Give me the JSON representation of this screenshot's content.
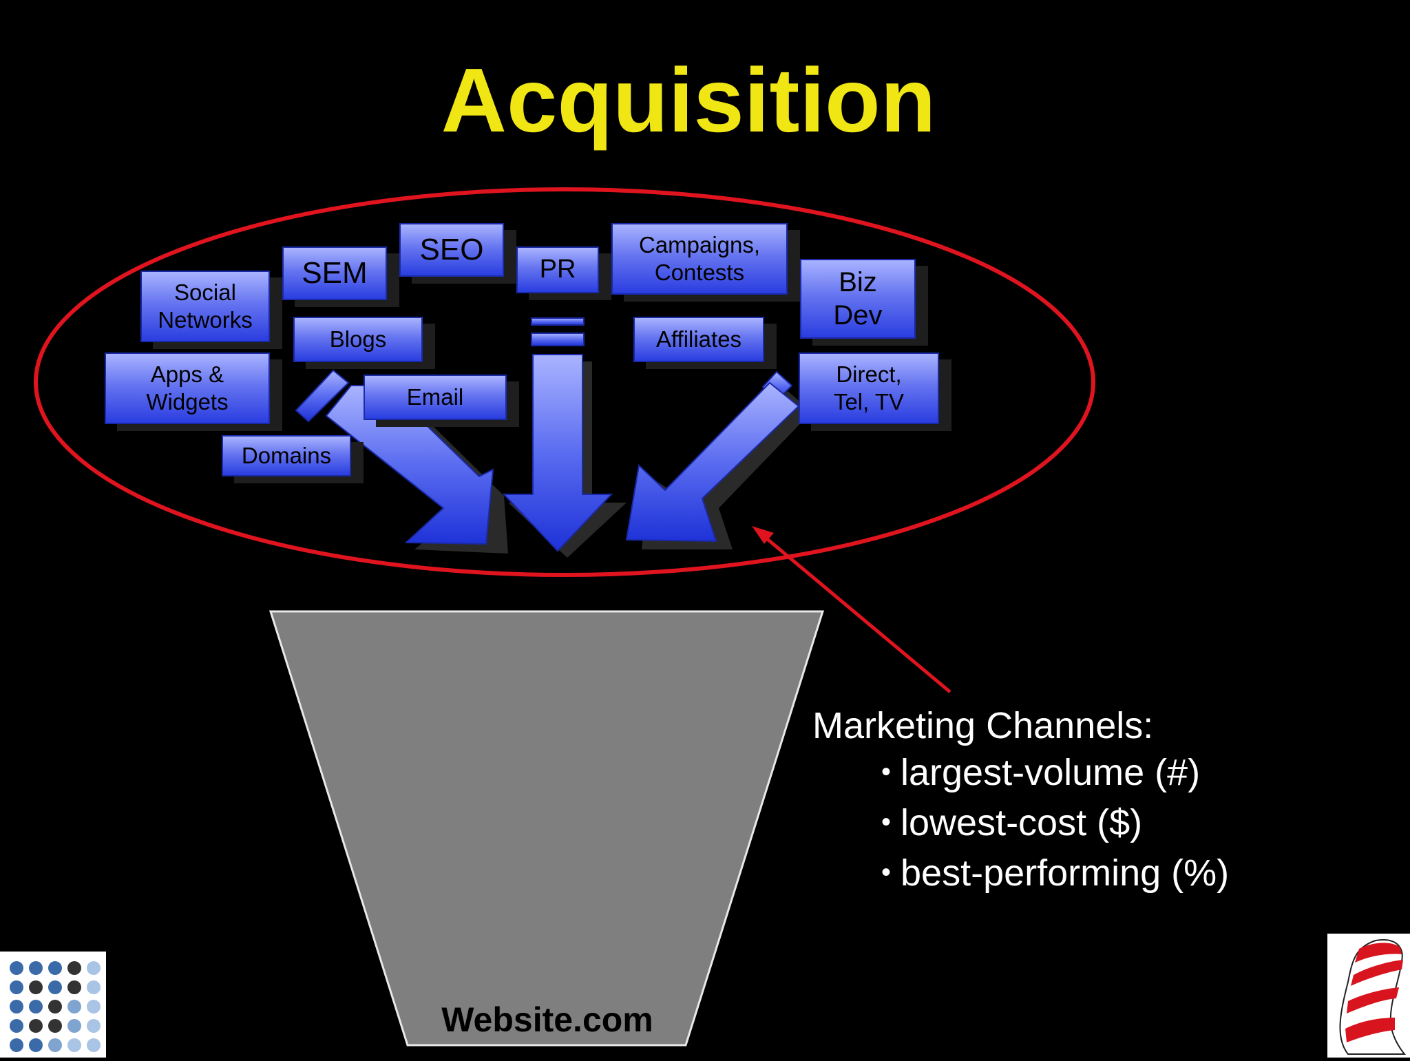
{
  "slide": {
    "title": "Acquisition",
    "channels": {
      "social_networks": "Social\nNetworks",
      "sem": "SEM",
      "seo": "SEO",
      "pr": "PR",
      "campaigns": "Campaigns,\nContests",
      "biz_dev": "Biz\nDev",
      "blogs": "Blogs",
      "affiliates": "Affiliates",
      "apps_widgets": "Apps &\nWidgets",
      "email": "Email",
      "direct": "Direct,\nTel, TV",
      "domains": "Domains"
    },
    "funnel_label": "Website.com",
    "callout": {
      "heading": "Marketing Channels:",
      "bullets": [
        "largest-volume (#)",
        "lowest-cost ($)",
        "best-performing (%)"
      ]
    }
  },
  "colors": {
    "background": "#000000",
    "title": "#f0e614",
    "ellipse": "#e0141e",
    "funnel": "#7f7f7f",
    "channel_box": "#4b5cf0",
    "text": "#ffffff"
  },
  "icons": [
    "dot-grid-logo-icon",
    "striped-hat-icon"
  ]
}
